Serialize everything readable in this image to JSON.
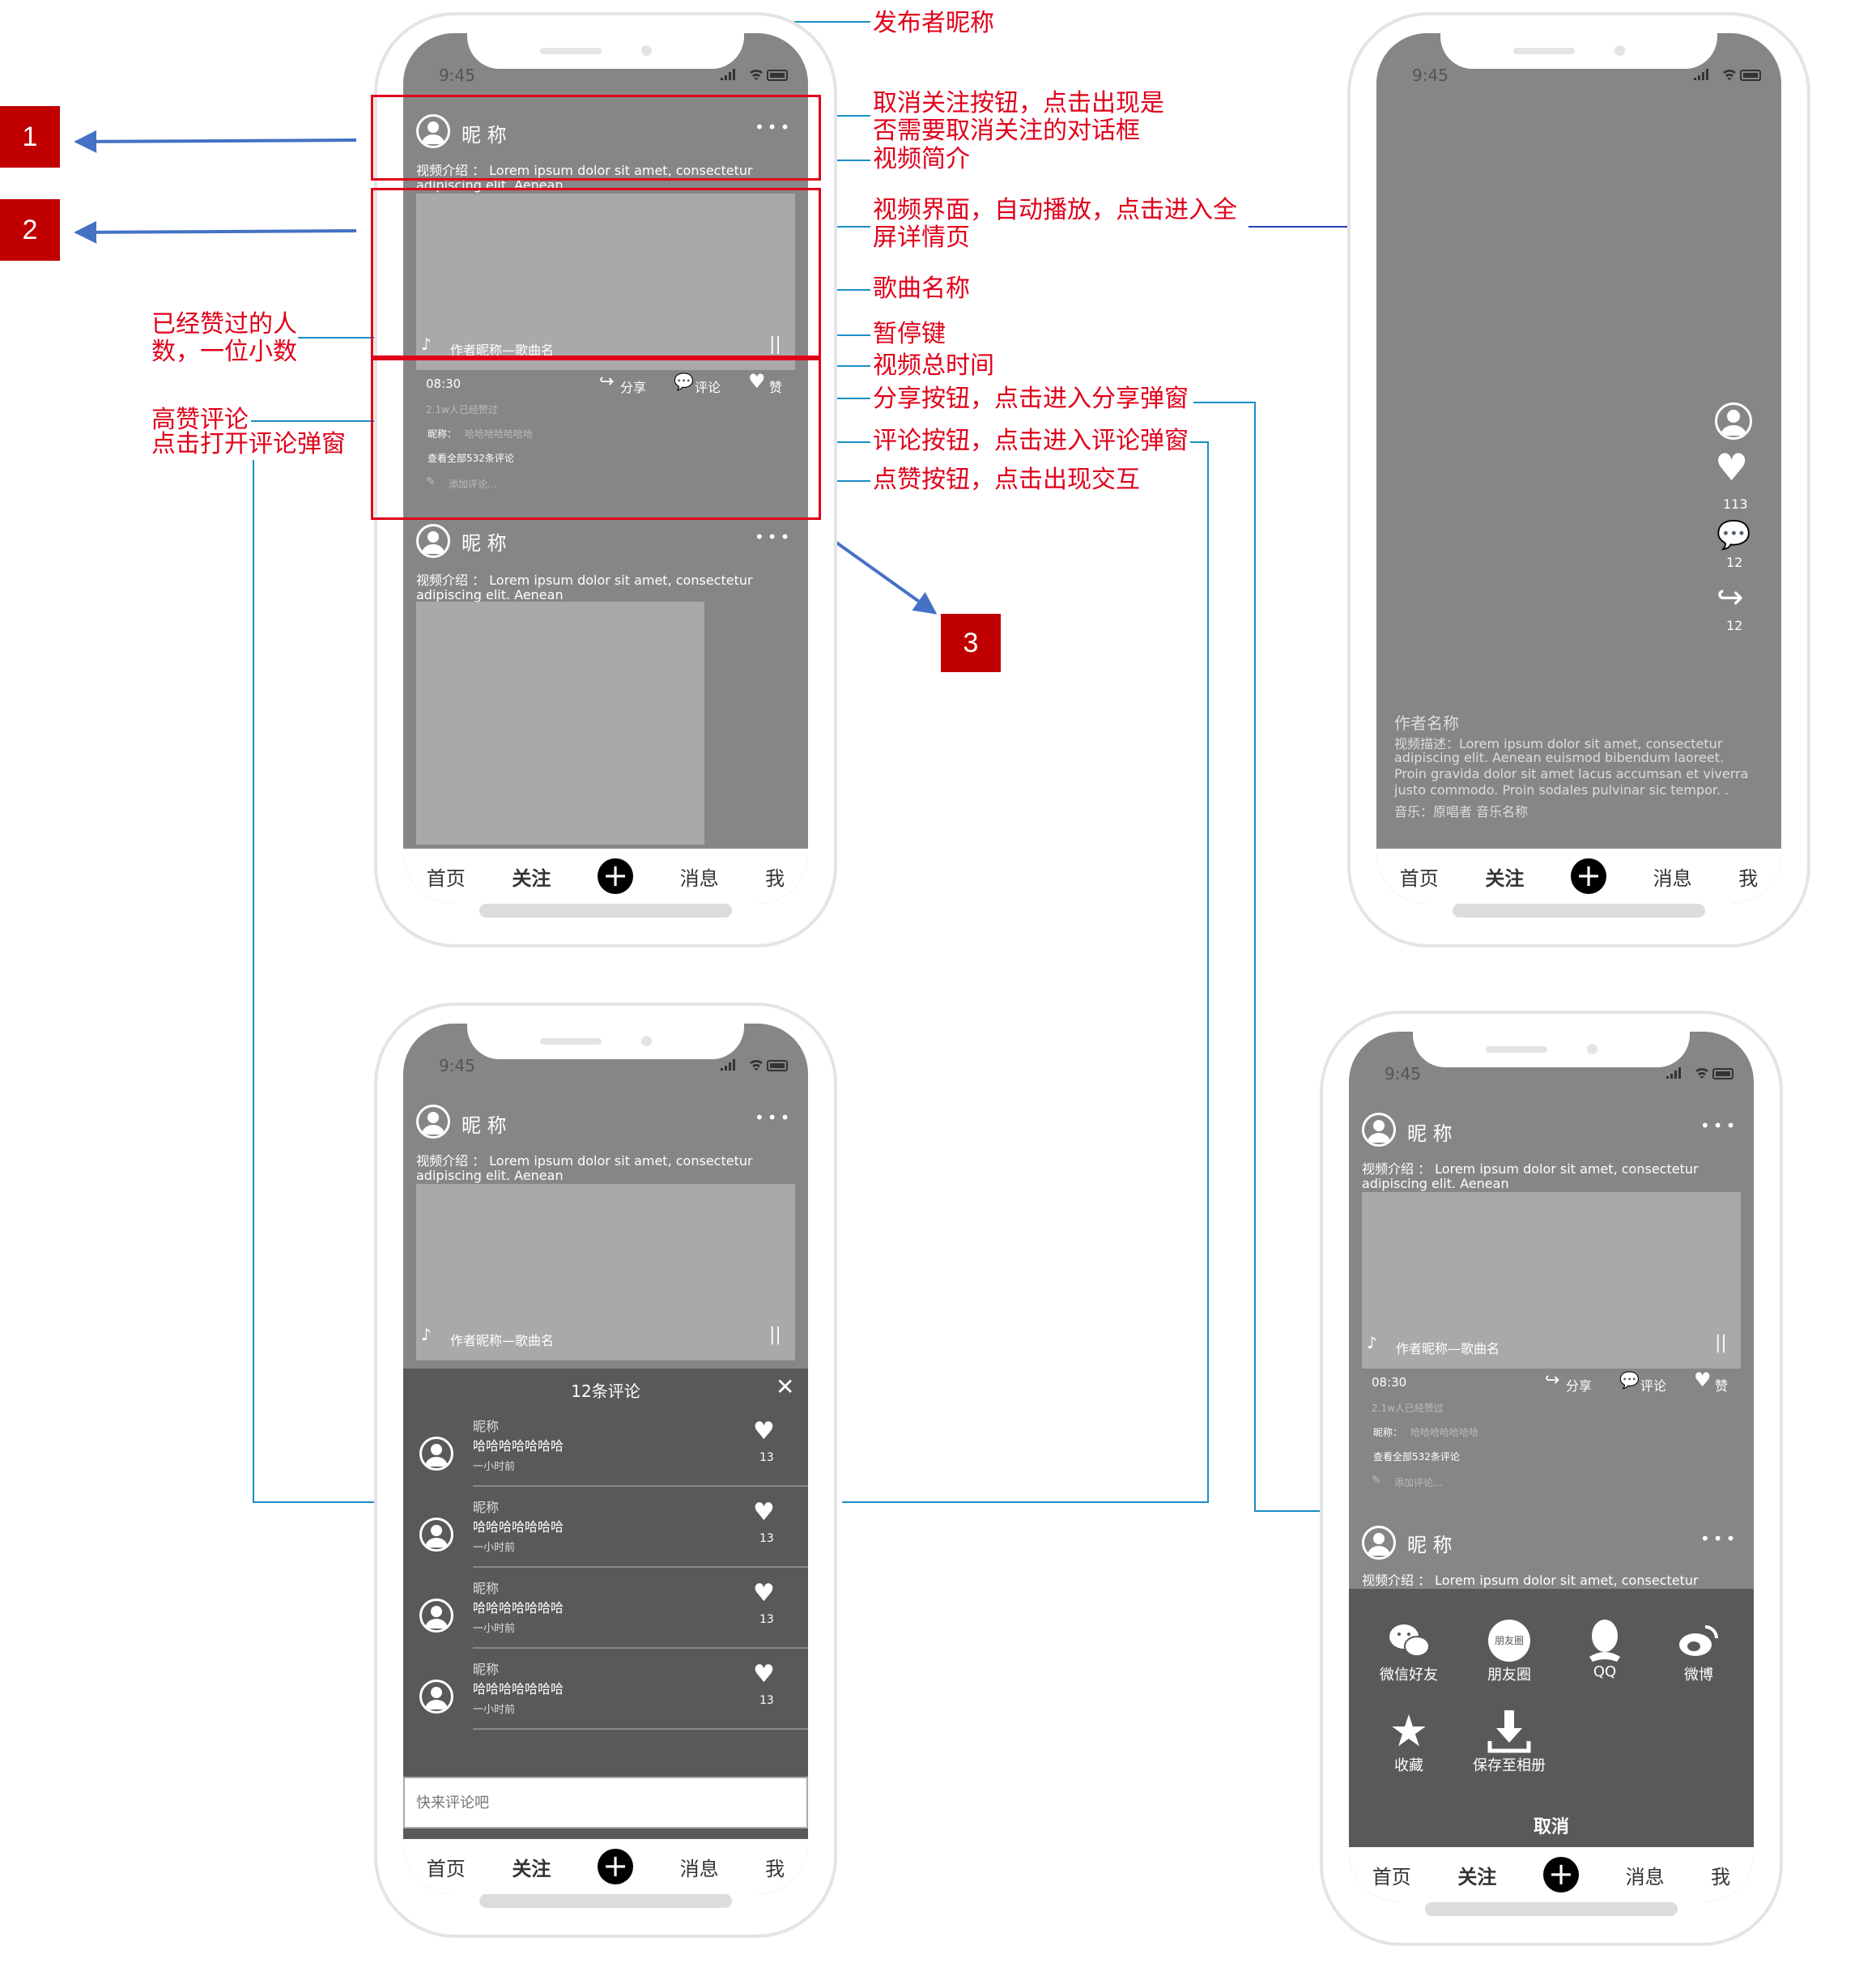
{
  "status_time": "9:45",
  "nav": {
    "home": "首页",
    "follow": "关注",
    "plus": "+",
    "msg": "消息",
    "me": "我"
  },
  "post": {
    "nickname": "昵 称",
    "more": "•••",
    "intro_line1": "视频介绍 ： Lorem ipsum dolor sit amet, consectetur",
    "intro_line2": "adipiscing elit. Aenean",
    "song": "作者昵称—歌曲名",
    "pause": "||",
    "duration": "08:30",
    "share": "分享",
    "comment": "评论",
    "like": "赞",
    "likes_count": "2.1w人已经赞过",
    "top_comment_user": "昵称：",
    "top_comment_text": "哈哈哈哈哈哈哈",
    "view_all": "查看全部532条评论",
    "add_comment": "添加评论..."
  },
  "fullscreen": {
    "like_count": "113",
    "comment_count": "12",
    "share_count": "12",
    "author": "作者名称",
    "desc_1": "视频描述：Lorem ipsum dolor sit amet, consectetur",
    "desc_2": "adipiscing elit. Aenean euismod bibendum laoreet.",
    "desc_3": "Proin gravida dolor sit amet lacus accumsan et viverra",
    "desc_4": "justo commodo. Proin sodales pulvinar sic tempor. .",
    "music": "音乐：原唱者  音乐名称"
  },
  "comments_panel": {
    "title": "12条评论",
    "close": "✕",
    "input_placeholder": "快来评论吧",
    "items": [
      {
        "name": "昵称",
        "text": "哈哈哈哈哈哈哈",
        "time": "一小时前",
        "likes": "13"
      },
      {
        "name": "昵称",
        "text": "哈哈哈哈哈哈哈",
        "time": "一小时前",
        "likes": "13"
      },
      {
        "name": "昵称",
        "text": "哈哈哈哈哈哈哈",
        "time": "一小时前",
        "likes": "13"
      },
      {
        "name": "昵称",
        "text": "哈哈哈哈哈哈哈",
        "time": "一小时前",
        "likes": "13"
      }
    ]
  },
  "share_panel": {
    "wechat": "微信好友",
    "moments_icon": "朋友圈",
    "moments": "朋友圈",
    "qq": "QQ",
    "weibo": "微博",
    "favorite": "收藏",
    "save": "保存至相册",
    "cancel": "取消"
  },
  "annotations": {
    "publisher": "发布者昵称",
    "unfollow_1": "取消关注按钮，点击出现是",
    "unfollow_2": "否需要取消关注的对话框",
    "intro": "视频简介",
    "video_1": "视频界面，自动播放，点击进入全",
    "video_2": "屏详情页",
    "song": "歌曲名称",
    "pause": "暂停键",
    "duration": "视频总时间",
    "share": "分享按钮，点击进入分享弹窗",
    "comment": "评论按钮，点击进入评论弹窗",
    "like": "点赞按钮，点击出现交互",
    "likes_count_1": "已经赞过的人",
    "likes_count_2": "数，一位小数",
    "top_comment_1": "高赞评论",
    "top_comment_2": "点击打开评论弹窗",
    "label_1": "1",
    "label_2": "2",
    "label_3": "3"
  },
  "colors": {
    "annotation": "#e0001a",
    "box": "#e0001a",
    "line": "#1b8ec8",
    "arrow": "#4472c4",
    "tag": "#c00000",
    "screen": "#868686",
    "video": "#a9a9a9",
    "panel": "#595959"
  }
}
